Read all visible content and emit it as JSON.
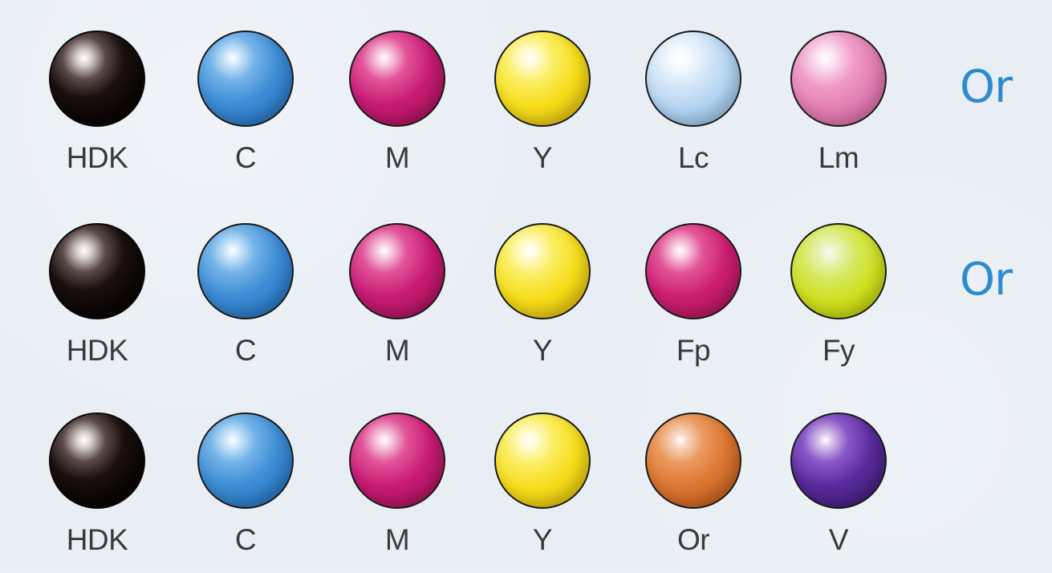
{
  "rows": [
    {
      "inks": [
        {
          "label": "HDK",
          "color": "black"
        },
        {
          "label": "C",
          "color": "cyan"
        },
        {
          "label": "M",
          "color": "magenta"
        },
        {
          "label": "Y",
          "color": "yellow"
        },
        {
          "label": "Lc",
          "color": "light-cyan"
        },
        {
          "label": "Lm",
          "color": "light-magenta"
        }
      ],
      "separator": "Or"
    },
    {
      "inks": [
        {
          "label": "HDK",
          "color": "black"
        },
        {
          "label": "C",
          "color": "cyan"
        },
        {
          "label": "M",
          "color": "magenta"
        },
        {
          "label": "Y",
          "color": "yellow"
        },
        {
          "label": "Fp",
          "color": "fluorescent-pink"
        },
        {
          "label": "Fy",
          "color": "fluorescent-yellow"
        }
      ],
      "separator": "Or"
    },
    {
      "inks": [
        {
          "label": "HDK",
          "color": "black"
        },
        {
          "label": "C",
          "color": "cyan"
        },
        {
          "label": "M",
          "color": "magenta"
        },
        {
          "label": "Y",
          "color": "yellow"
        },
        {
          "label": "Or",
          "color": "orange"
        },
        {
          "label": "V",
          "color": "violet"
        }
      ]
    }
  ],
  "colors": {
    "separator_text": "#2e8ad0",
    "label_text": "#3a3a3a",
    "background": "#e8eef4"
  }
}
